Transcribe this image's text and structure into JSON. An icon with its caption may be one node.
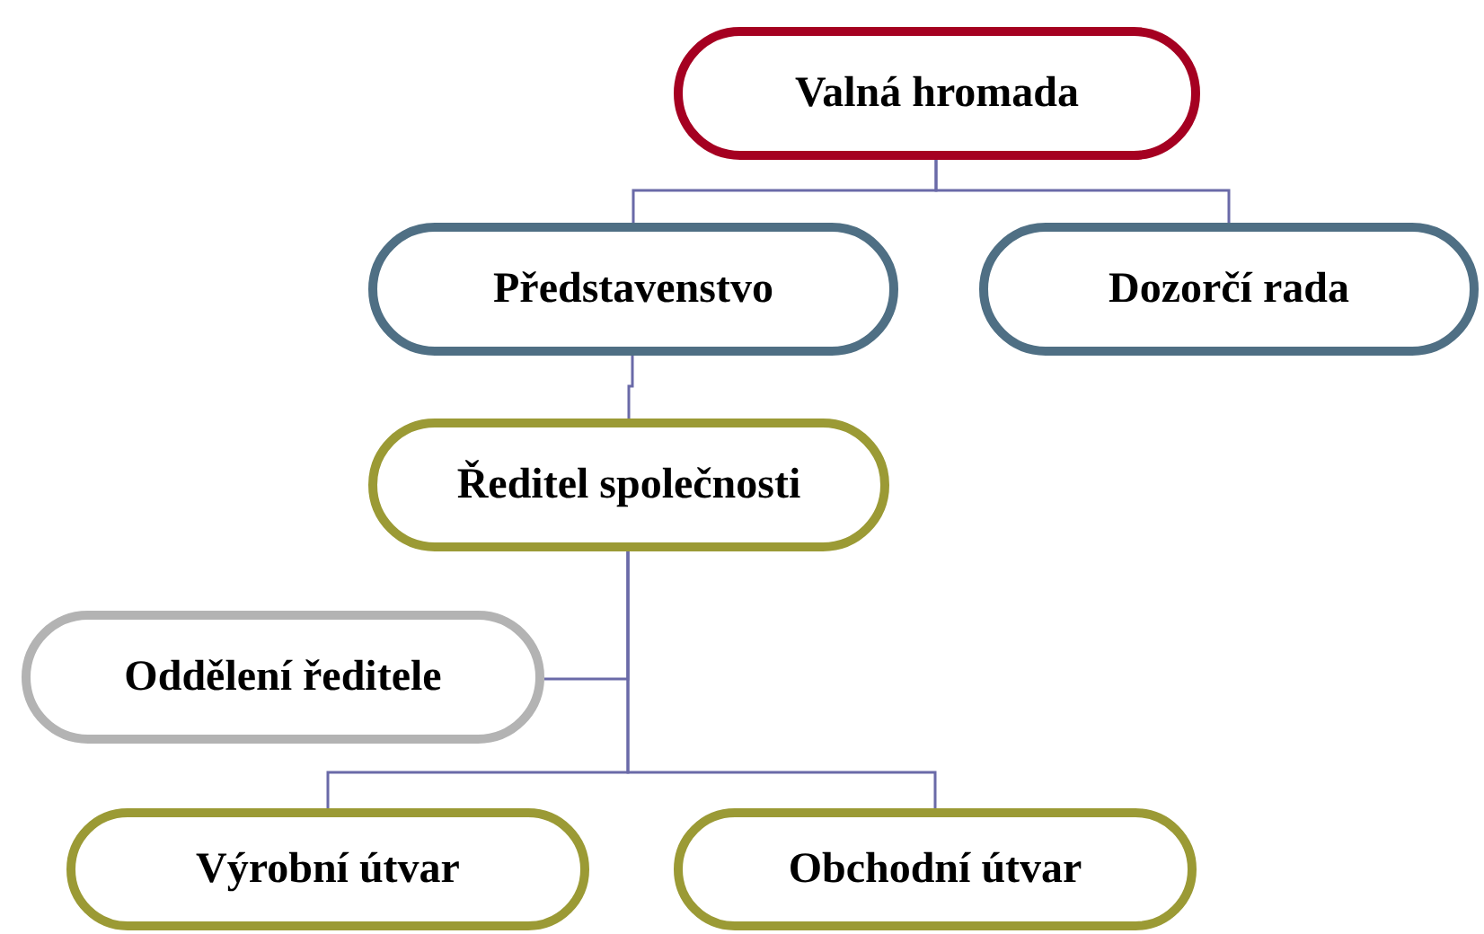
{
  "diagram": {
    "nodes": [
      {
        "text": [
          "Valná hromada"
        ]
      },
      {
        "text": [
          "Představenstvo"
        ]
      },
      {
        "text": [
          "Dozorčí rada"
        ]
      },
      {
        "text": [
          "Ředitel společnosti"
        ]
      },
      {
        "text": [
          "Oddělení ředitele"
        ]
      },
      {
        "text": [
          "Výrobní útvar"
        ]
      },
      {
        "text": [
          "Obchodní útvar"
        ]
      }
    ],
    "edges": [
      {
        "from": 0,
        "to": 1,
        "arrow": "none"
      },
      {
        "from": 0,
        "to": 2,
        "arrow": "none"
      },
      {
        "from": 1,
        "to": 3,
        "arrow": "none"
      },
      {
        "from": 3,
        "to": 4,
        "arrow": "none"
      },
      {
        "from": 3,
        "to": 5,
        "arrow": "none"
      },
      {
        "from": 3,
        "to": 6,
        "arrow": "none"
      }
    ]
  }
}
